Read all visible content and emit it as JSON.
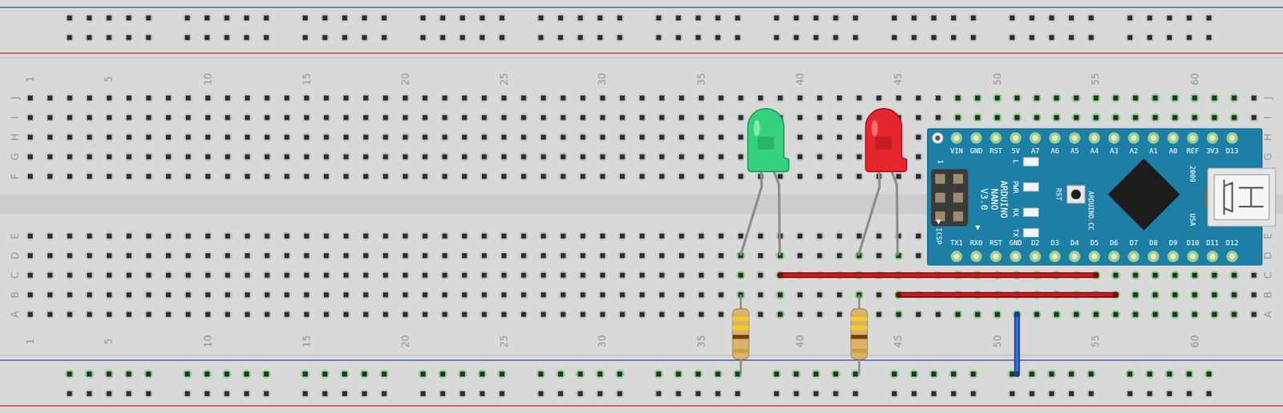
{
  "diagram": {
    "nodes": [
      {
        "text": [
          "VIN",
          "GND",
          "RST",
          "5V",
          "A7",
          "A6",
          "A5",
          "A4",
          "A3",
          "A2",
          "A1",
          "A0",
          "REF",
          "3V3",
          "D13",
          "ARDUINO NANO V3.0",
          "1",
          "ICSP",
          "L",
          "PWR",
          "RX",
          "TX",
          "RST",
          "ARDUINO.CC",
          "2009",
          "USA",
          "TX1",
          "RX0",
          "RST",
          "GND",
          "D2",
          "D3",
          "D4",
          "D5",
          "D6",
          "D7",
          "D8",
          "D9",
          "D10",
          "D11",
          "D12"
        ]
      }
    ],
    "labels": [
      "1",
      "5",
      "10",
      "15",
      "20",
      "25",
      "30",
      "35",
      "40",
      "45",
      "50",
      "55",
      "60",
      "J",
      "I",
      "H",
      "G",
      "F",
      "E",
      "D",
      "C",
      "B",
      "A",
      "J",
      "I",
      "H",
      "G",
      "F",
      "E",
      "D",
      "C",
      "B",
      "A",
      "1",
      "5",
      "10",
      "15",
      "20",
      "25",
      "30",
      "35",
      "40",
      "45",
      "50",
      "55",
      "60"
    ]
  }
}
